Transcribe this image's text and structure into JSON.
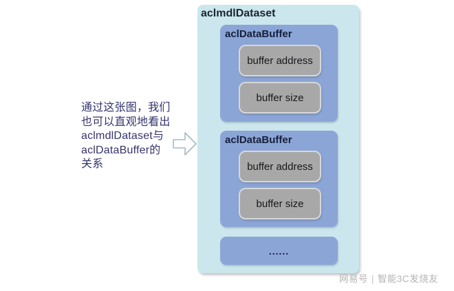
{
  "diagram": {
    "outer_title": "aclmdlDataset",
    "buffers": [
      {
        "title": "aclDataBuffer",
        "items": [
          "buffer address",
          "buffer size"
        ]
      },
      {
        "title": "aclDataBuffer",
        "items": [
          "buffer address",
          "buffer size"
        ]
      }
    ],
    "ellipsis_label": "......"
  },
  "annotation": {
    "lines": [
      "通过这张图，我们",
      "也可以直观地看出",
      "aclmdlDataset与",
      "aclDataBuffer的",
      "关系"
    ]
  },
  "watermark": {
    "platform": "网易号",
    "separator": "|",
    "author": "智能3C发烧友"
  },
  "colors": {
    "outer_box_bg": "#cbe7ed",
    "buffer_box_bg": "#8ba5d7",
    "chip_bg": "#a8a8a8",
    "chip_border": "#d6d8d9",
    "title_text": "#1c2433",
    "annotation_text": "#34346d",
    "watermark_text": "#b3b3b3",
    "arrow_stroke": "#a4bac9"
  }
}
